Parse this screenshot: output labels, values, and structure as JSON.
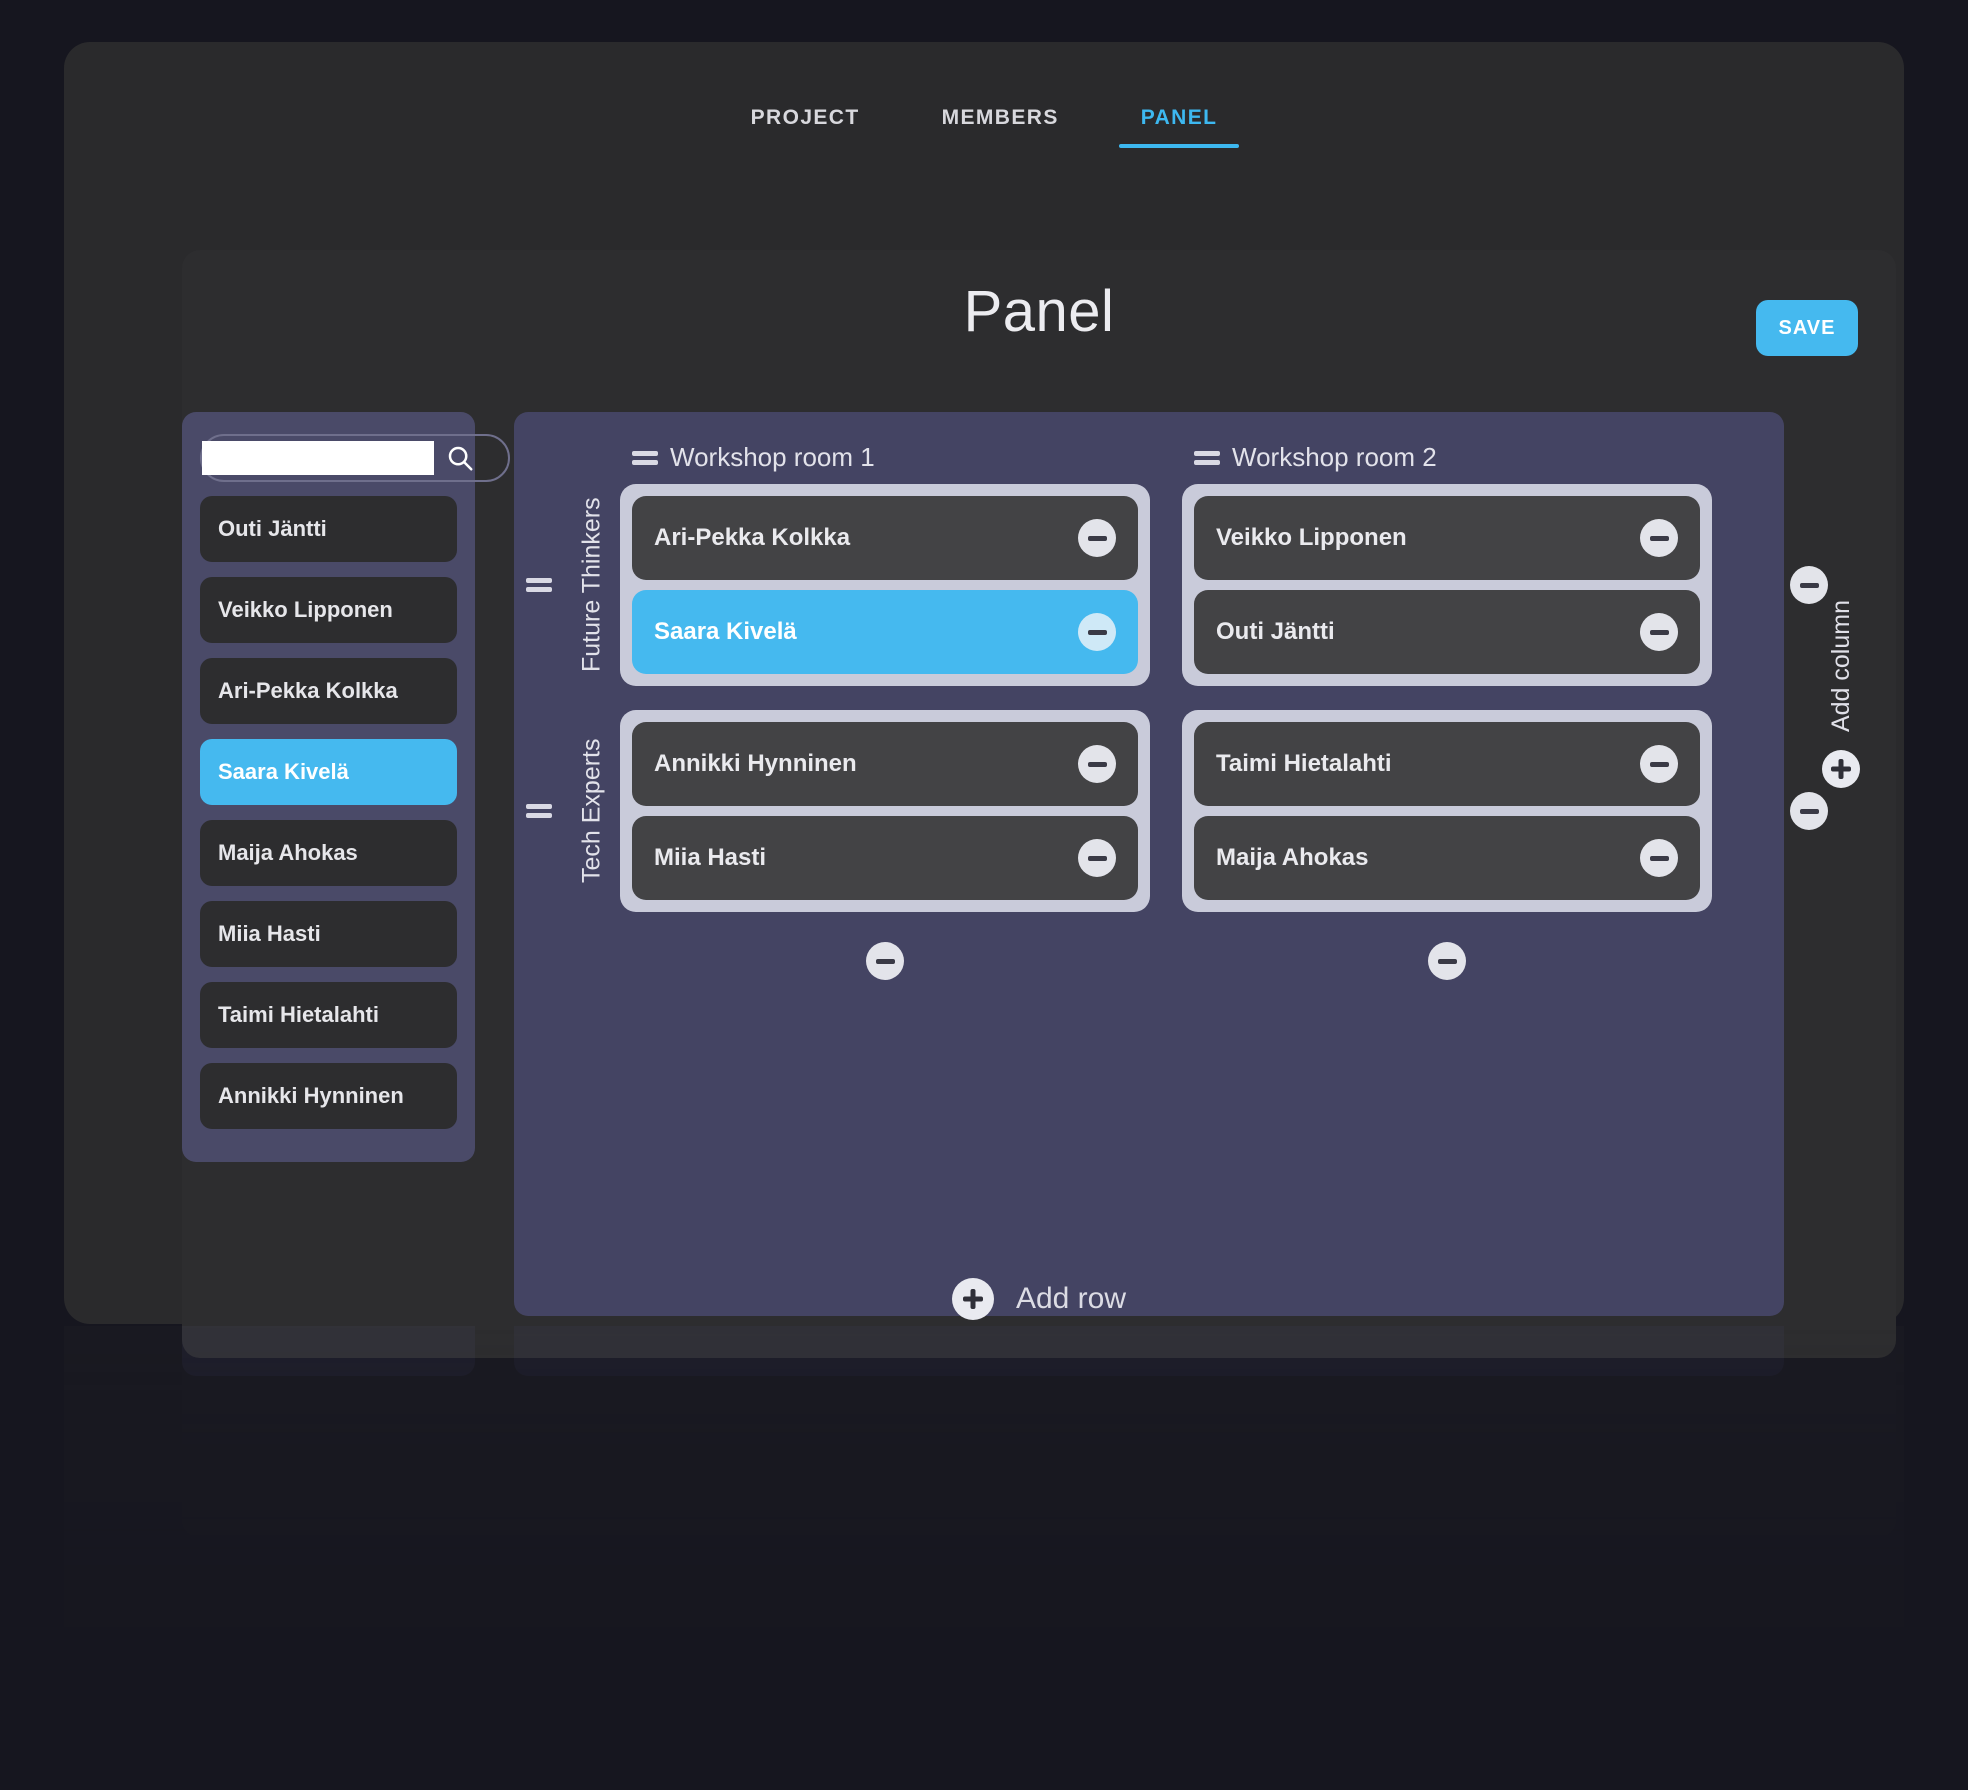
{
  "tabs": [
    {
      "label": "PROJECT",
      "active": false
    },
    {
      "label": "MEMBERS",
      "active": false
    },
    {
      "label": "PANEL",
      "active": true
    }
  ],
  "panel": {
    "title": "Panel",
    "save_label": "SAVE",
    "accent_color": "#45b9ef",
    "board_color": "#444463",
    "cell_color": "#c9cbda",
    "chip_color": "#434345"
  },
  "search": {
    "value": "",
    "placeholder": "",
    "icon": "search-icon"
  },
  "member_pool": {
    "items": [
      {
        "name": "Outi Jäntti",
        "selected": false
      },
      {
        "name": "Veikko Lipponen",
        "selected": false
      },
      {
        "name": "Ari-Pekka Kolkka",
        "selected": false
      },
      {
        "name": "Saara Kivelä",
        "selected": true
      },
      {
        "name": "Maija Ahokas",
        "selected": false
      },
      {
        "name": "Miia Hasti",
        "selected": false
      },
      {
        "name": "Taimi Hietalahti",
        "selected": false
      },
      {
        "name": "Annikki Hynninen",
        "selected": false
      }
    ]
  },
  "board": {
    "columns": [
      {
        "label": "Workshop room 1"
      },
      {
        "label": "Workshop room 2"
      }
    ],
    "rows": [
      {
        "label": "Future Thinkers",
        "cells": [
          {
            "members": [
              {
                "name": "Ari-Pekka Kolkka",
                "selected": false
              },
              {
                "name": "Saara Kivelä",
                "selected": true
              }
            ]
          },
          {
            "members": [
              {
                "name": "Veikko Lipponen",
                "selected": false
              },
              {
                "name": "Outi Jäntti",
                "selected": false
              }
            ]
          }
        ]
      },
      {
        "label": "Tech Experts",
        "cells": [
          {
            "members": [
              {
                "name": "Annikki Hynninen",
                "selected": false
              },
              {
                "name": "Miia Hasti",
                "selected": false
              }
            ]
          },
          {
            "members": [
              {
                "name": "Taimi Hietalahti",
                "selected": false
              },
              {
                "name": "Maija Ahokas",
                "selected": false
              }
            ]
          }
        ]
      }
    ]
  },
  "actions": {
    "add_row_label": "Add row",
    "add_column_label": "Add column",
    "remove_icon": "minus-circle-icon",
    "add_icon": "plus-circle-icon",
    "drag_icon": "drag-handle-icon"
  }
}
